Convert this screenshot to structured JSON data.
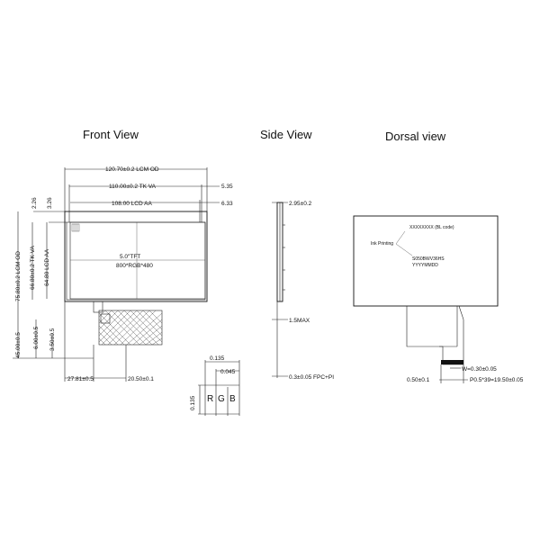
{
  "views": {
    "front": "Front View",
    "side": "Side View",
    "dorsal": "Dorsal view"
  },
  "front": {
    "lcm_od_w": "120.70±0.2 LCM OD",
    "tk_va_w": "110.00±0.2 TK VA",
    "lcd_aa_w": "108.00 LCD AA",
    "right_offset_1": "5.35",
    "right_offset_2": "6.33",
    "left_offset_1": "2.26",
    "left_offset_2": "3.26",
    "lcm_od_h": "75.80±0.2 LCM OD",
    "tk_va_h": "66.80±0.2 TK VA",
    "lcd_aa_h": "64.80 LCD AA",
    "fpc_len": "45.00±0.5",
    "fpc_seg_1": "6.00±0.5",
    "fpc_seg_2": "3.50±0.5",
    "fpc_offset": "27.81±0.5",
    "fpc_width": "20.50±0.1",
    "panel_line1": "5.0\"TFT",
    "panel_line2": "800*RGB*480"
  },
  "pixel": {
    "pitch": "0.135",
    "sub_pitch": "0.045",
    "height": "0.135",
    "r": "R",
    "g": "G",
    "b": "B"
  },
  "side": {
    "thickness": "2.95±0.2",
    "max": "1.5MAX",
    "fpc_thk": "0.3±0.05 FPC+PI"
  },
  "dorsal": {
    "bl_code": "XXXXXXXX (BL code)",
    "ink_label": "Ink Printing",
    "model": "S050BWV36HS",
    "date": "YYYYMMDD",
    "pin_w": "W=0.30±0.05",
    "left_margin": "0.50±0.1",
    "pitch": "P0.5*39=19.50±0.05"
  }
}
